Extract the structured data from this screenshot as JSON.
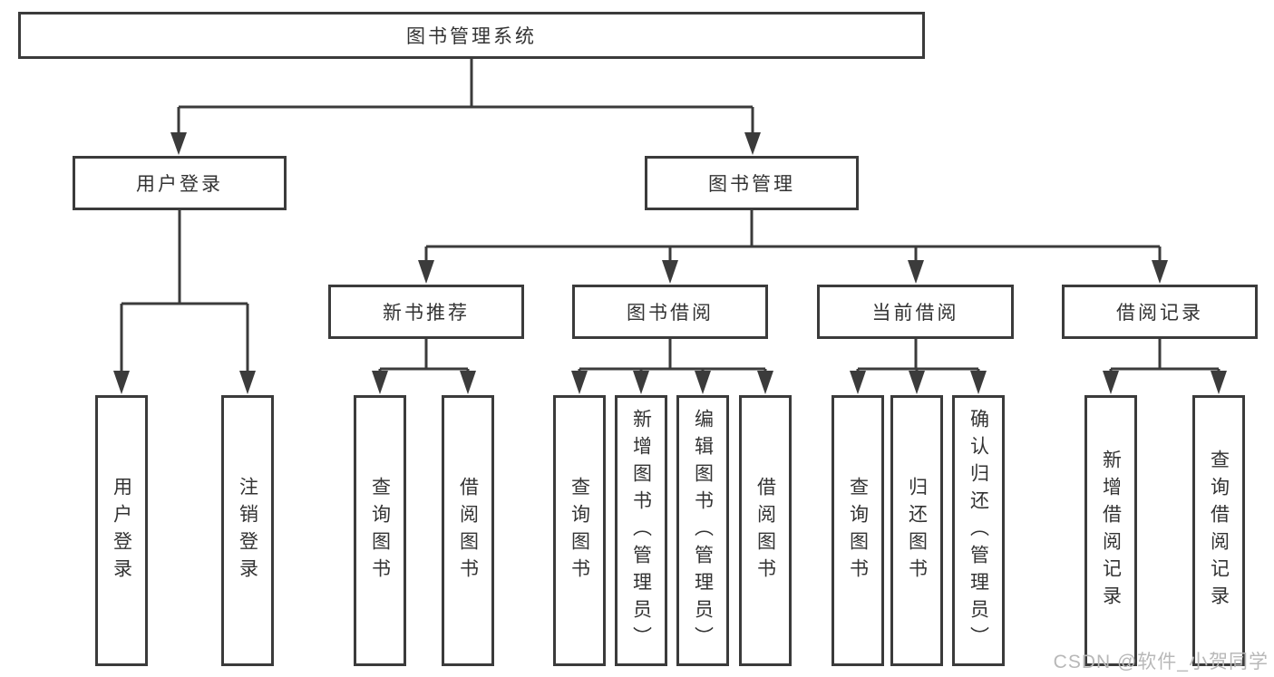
{
  "diagram": {
    "title_note": "functional decomposition tree",
    "root": {
      "label": "图书管理系统"
    },
    "level2": [
      {
        "label": "用户登录"
      },
      {
        "label": "图书管理"
      }
    ],
    "level3": [
      {
        "label": "新书推荐",
        "parent": "图书管理"
      },
      {
        "label": "图书借阅",
        "parent": "图书管理"
      },
      {
        "label": "当前借阅",
        "parent": "图书管理"
      },
      {
        "label": "借阅记录",
        "parent": "图书管理"
      }
    ],
    "leaves": [
      {
        "label": "用户登录",
        "parent": "用户登录"
      },
      {
        "label": "注销登录",
        "parent": "用户登录"
      },
      {
        "label": "查询图书",
        "parent": "新书推荐"
      },
      {
        "label": "借阅图书",
        "parent": "新书推荐"
      },
      {
        "label": "查询图书",
        "parent": "图书借阅"
      },
      {
        "label": "新增图书（管理员）",
        "parent": "图书借阅"
      },
      {
        "label": "编辑图书（管理员）",
        "parent": "图书借阅"
      },
      {
        "label": "借阅图书",
        "parent": "图书借阅"
      },
      {
        "label": "查询图书",
        "parent": "当前借阅"
      },
      {
        "label": "归还图书",
        "parent": "当前借阅"
      },
      {
        "label": "确认归还（管理员）",
        "parent": "当前借阅"
      },
      {
        "label": "新增借阅记录",
        "parent": "借阅记录"
      },
      {
        "label": "查询借阅记录",
        "parent": "借阅记录"
      }
    ]
  },
  "watermark": {
    "text": "CSDN @软件_小贺同学"
  },
  "colors": {
    "line": "#3b3b3b",
    "border": "#3b3b3b",
    "text": "#333333",
    "watermark": "#b8b8b8",
    "background": "#ffffff"
  }
}
